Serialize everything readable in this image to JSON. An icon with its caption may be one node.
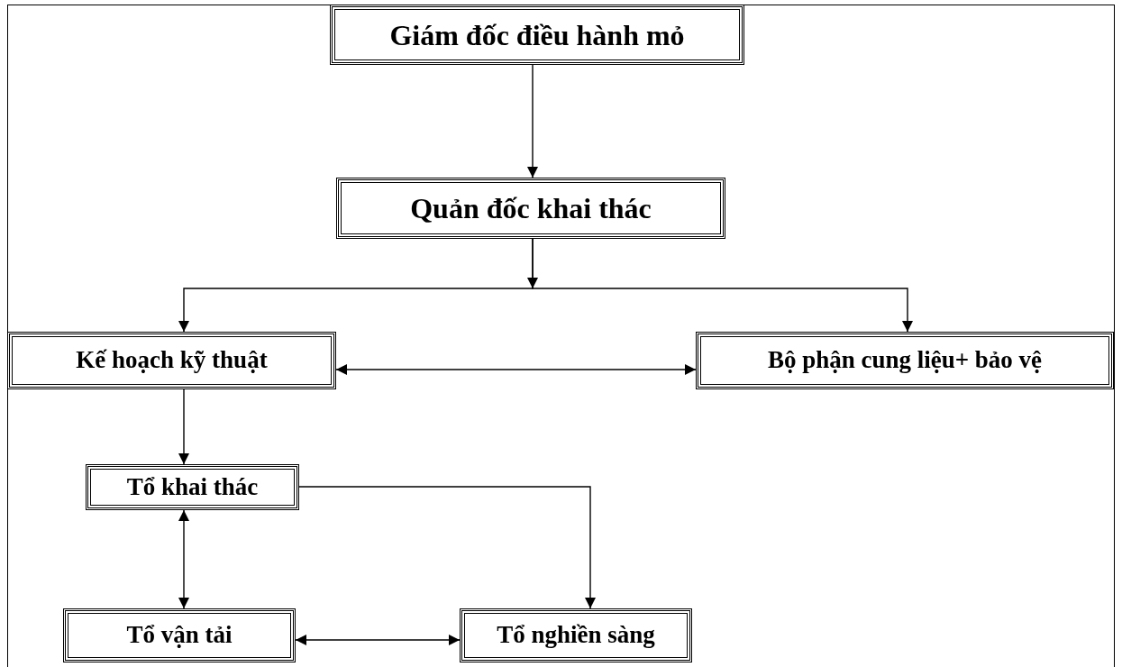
{
  "diagram": {
    "nodes": [
      {
        "text": [
          "Giám đốc điều hành mỏ"
        ]
      },
      {
        "text": [
          "Quản đốc khai thác"
        ]
      },
      {
        "text": [
          "Kế hoạch kỹ thuật"
        ]
      },
      {
        "text": [
          "Bộ phận cung liệu+ bảo vệ"
        ]
      },
      {
        "text": [
          "Tổ khai thác"
        ]
      },
      {
        "text": [
          "Tổ vận tải"
        ]
      },
      {
        "text": [
          "Tổ nghiền sàng"
        ]
      }
    ],
    "edges": [
      {
        "from": 0,
        "to": 1,
        "arrow": "to"
      },
      {
        "from": 1,
        "to": 2,
        "arrow": "to"
      },
      {
        "from": 1,
        "to": 3,
        "arrow": "to"
      },
      {
        "from": 2,
        "to": 3,
        "arrow": "both"
      },
      {
        "from": 2,
        "to": 4,
        "arrow": "to"
      },
      {
        "from": 4,
        "to": 5,
        "arrow": "both"
      },
      {
        "from": 4,
        "to": 6,
        "arrow": "to"
      },
      {
        "from": 5,
        "to": 6,
        "arrow": "both"
      }
    ]
  }
}
